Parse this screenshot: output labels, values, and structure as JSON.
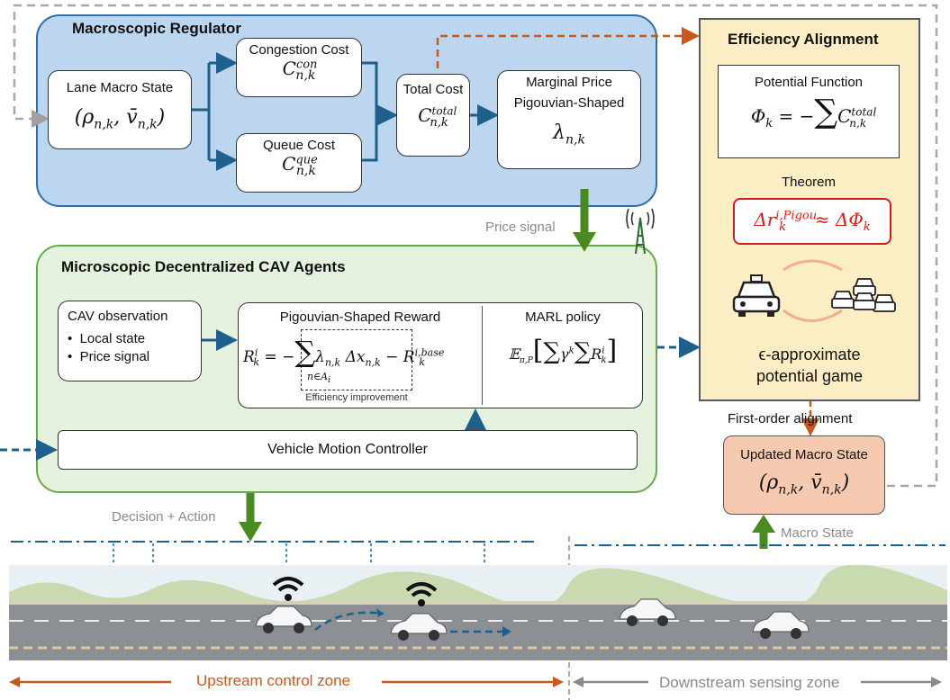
{
  "macro": {
    "title": "Macroscopic Regulator",
    "lane_state": {
      "label": "Lane Macro State",
      "formula": "(ρn,k, v̄n,k)"
    },
    "congestion": {
      "label": "Congestion Cost",
      "formula": "Cn,k^con"
    },
    "queue": {
      "label": "Queue Cost",
      "formula": "Cn,k^que"
    },
    "total": {
      "label": "Total Cost",
      "formula": "Cn,k^total"
    },
    "marginal": {
      "label1": "Marginal Price",
      "label2": "Pigouvian-Shaped",
      "formula": "λn,k"
    }
  },
  "signals": {
    "price": "Price signal",
    "decision": "Decision + Action",
    "first_order": "First-order alignment",
    "macro_state": "Macro State"
  },
  "micro": {
    "title": "Microscopic Decentralized CAV Agents",
    "obs": {
      "title": "CAV observation",
      "items": [
        "Local state",
        "Price signal"
      ]
    },
    "reward": {
      "title": "Pigouvian-Shaped Reward",
      "note": "Efficiency improvement"
    },
    "marl": {
      "title": "MARL policy"
    },
    "controller": "Vehicle Motion Controller"
  },
  "eff": {
    "title": "Efficiency Alignment",
    "potential": {
      "label": "Potential Function"
    },
    "theorem": "Theorem",
    "game_line1": "ϵ-approximate",
    "game_line2": "potential game"
  },
  "updated": {
    "label": "Updated Macro State",
    "formula": "(ρn,k, v̄n,k)"
  },
  "zones": {
    "upstream": "Upstream control zone",
    "downstream": "Downstream sensing zone"
  },
  "colors": {
    "macro_bg": "#bcd6ef",
    "micro_bg": "#e5f3de",
    "eff_bg": "#fbedc4",
    "updated_bg": "#f6c9b1",
    "green_arrow": "#4a8a23",
    "blue_arrow": "#1f5f8b",
    "orange_arrow": "#c65a1e"
  }
}
